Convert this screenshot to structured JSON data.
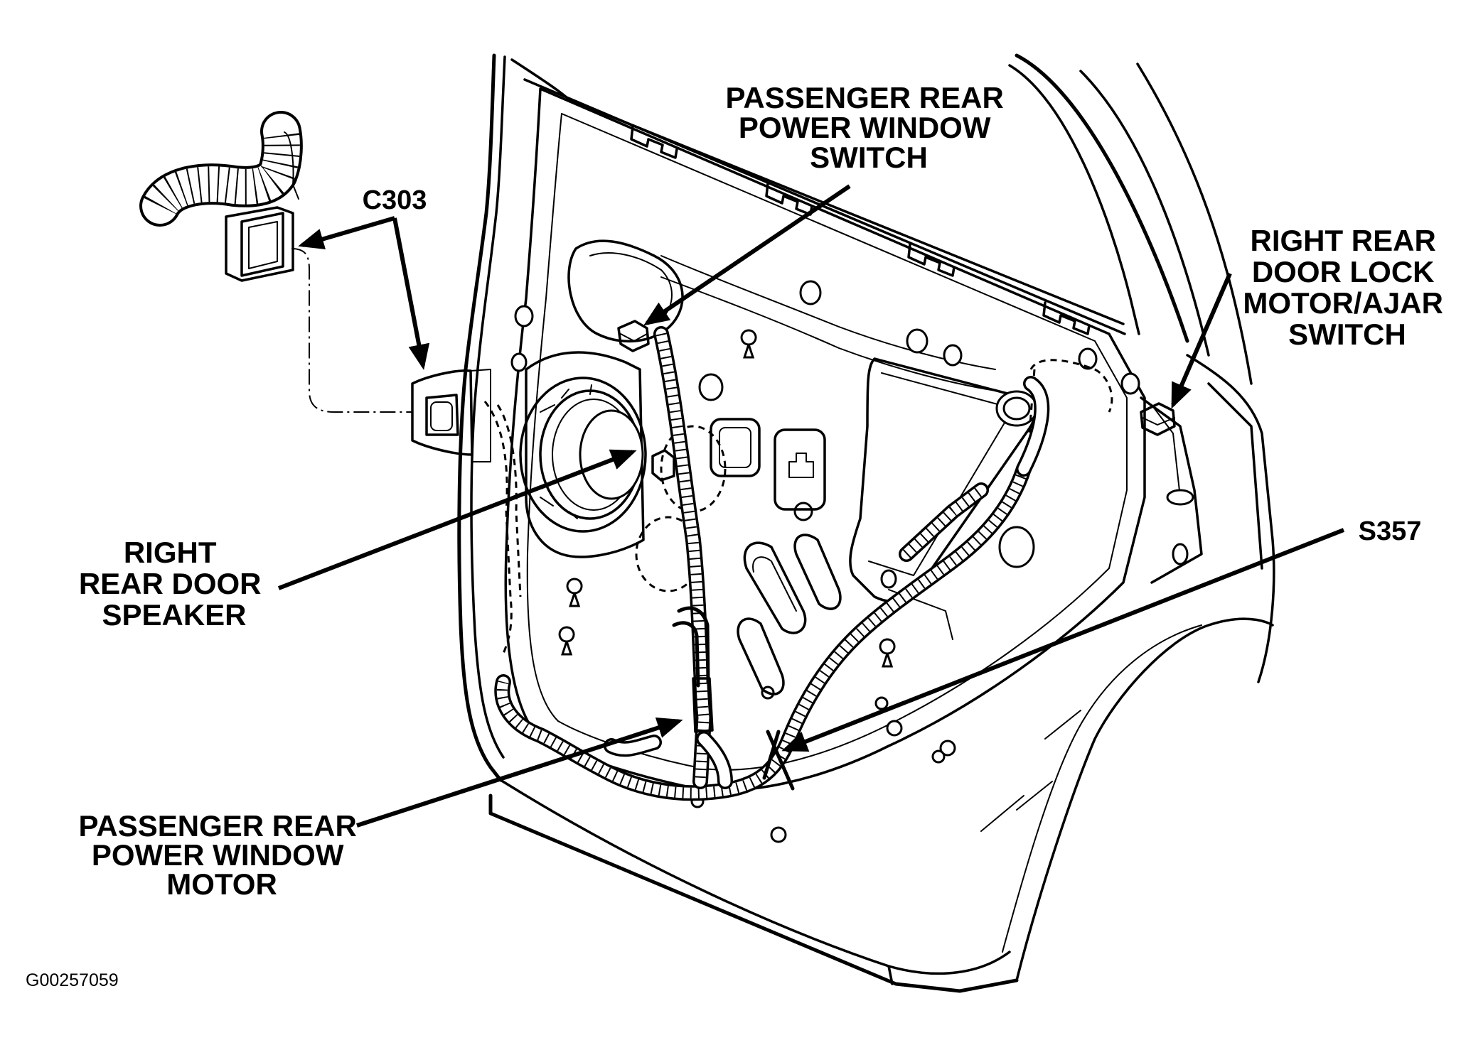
{
  "figure_code": "G00257059",
  "labels": {
    "c303": "C303",
    "switch": [
      "PASSENGER REAR",
      "POWER WINDOW",
      "SWITCH"
    ],
    "lock_motor": [
      "RIGHT REAR",
      "DOOR LOCK",
      "MOTOR/AJAR",
      "SWITCH"
    ],
    "speaker": [
      "RIGHT",
      "REAR DOOR",
      "SPEAKER"
    ],
    "s357": "S357",
    "motor": [
      "PASSENGER REAR",
      "POWER WINDOW",
      "MOTOR"
    ]
  }
}
